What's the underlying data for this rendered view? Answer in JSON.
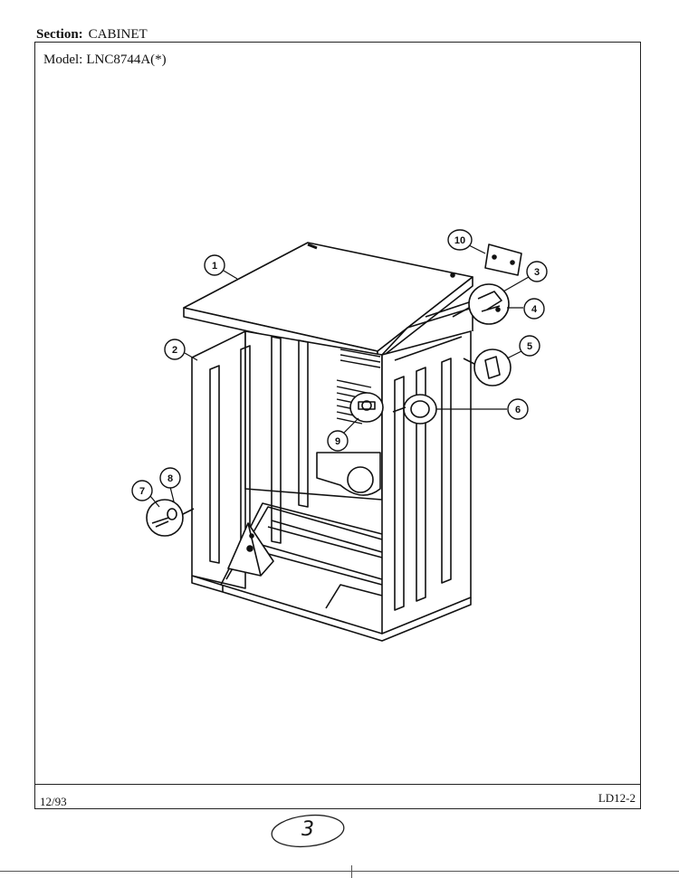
{
  "header": {
    "section_label": "Section:",
    "section_value": "CABINET",
    "model_label": "Model:",
    "model_value": "LNC8744A(*)"
  },
  "footer": {
    "date": "12/93",
    "code": "LD12-2"
  },
  "page_number": "3",
  "callouts": [
    "1",
    "2",
    "3",
    "4",
    "5",
    "6",
    "7",
    "8",
    "9",
    "10"
  ]
}
